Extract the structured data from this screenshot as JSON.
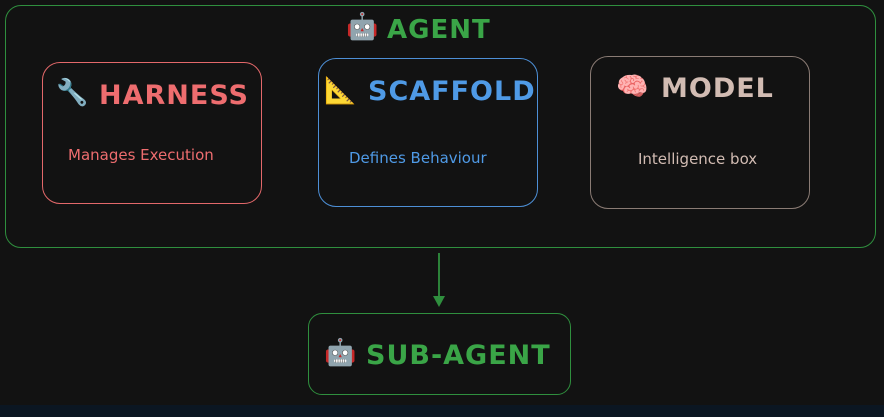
{
  "agent": {
    "title": "AGENT",
    "icon": "robot-icon",
    "color": "#3aa547"
  },
  "components": [
    {
      "key": "harness",
      "title": "HARNESS",
      "description": "Manages Execution",
      "icon": "wrench-icon",
      "color": "#ee6d6f"
    },
    {
      "key": "scaffold",
      "title": "SCAFFOLD",
      "description": "Defines Behaviour",
      "icon": "triangle-ruler-icon",
      "color": "#4f9ae6"
    },
    {
      "key": "model",
      "title": "MODEL",
      "description": "Intelligence box",
      "icon": "brain-icon",
      "color": "#d2bcb3"
    }
  ],
  "subagent": {
    "title": "SUB-AGENT",
    "icon": "robot-icon",
    "color": "#3aa547"
  },
  "connector": {
    "from": "AGENT",
    "to": "SUB-AGENT",
    "color": "#2f8f3e"
  }
}
